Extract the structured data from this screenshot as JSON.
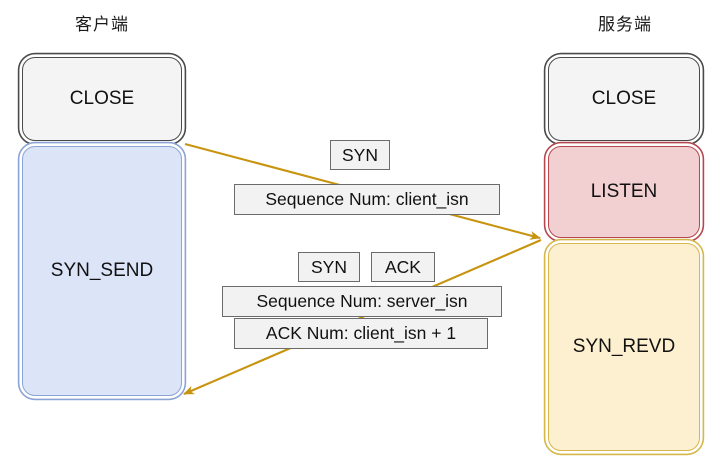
{
  "diagram": {
    "title_client": "客户端",
    "title_server": "服务端",
    "accent_arrow_color": "#d4a017",
    "colors": {
      "close_fill": "#f4f4f4",
      "close_stroke": "#4a4a4a",
      "syn_send_fill": "#dce4f7",
      "syn_send_stroke": "#8aa4d6",
      "listen_fill": "#f2d0d2",
      "listen_stroke": "#b5484f",
      "syn_revd_fill": "#fdf0d0",
      "syn_revd_stroke": "#d6b84a",
      "message_fill": "#f2f2f2",
      "message_stroke": "#6b6b6b"
    }
  },
  "client": {
    "states": [
      {
        "label": "CLOSE"
      },
      {
        "label": "SYN_SEND"
      }
    ]
  },
  "server": {
    "states": [
      {
        "label": "CLOSE"
      },
      {
        "label": "LISTEN"
      },
      {
        "label": "SYN_REVD"
      }
    ]
  },
  "messages": [
    {
      "direction": "client-to-server",
      "flags": [
        "SYN"
      ],
      "fields": [
        "Sequence Num: client_isn"
      ]
    },
    {
      "direction": "server-to-client",
      "flags": [
        "SYN",
        "ACK"
      ],
      "fields": [
        "Sequence Num: server_isn",
        "ACK Num: client_isn + 1"
      ]
    }
  ]
}
